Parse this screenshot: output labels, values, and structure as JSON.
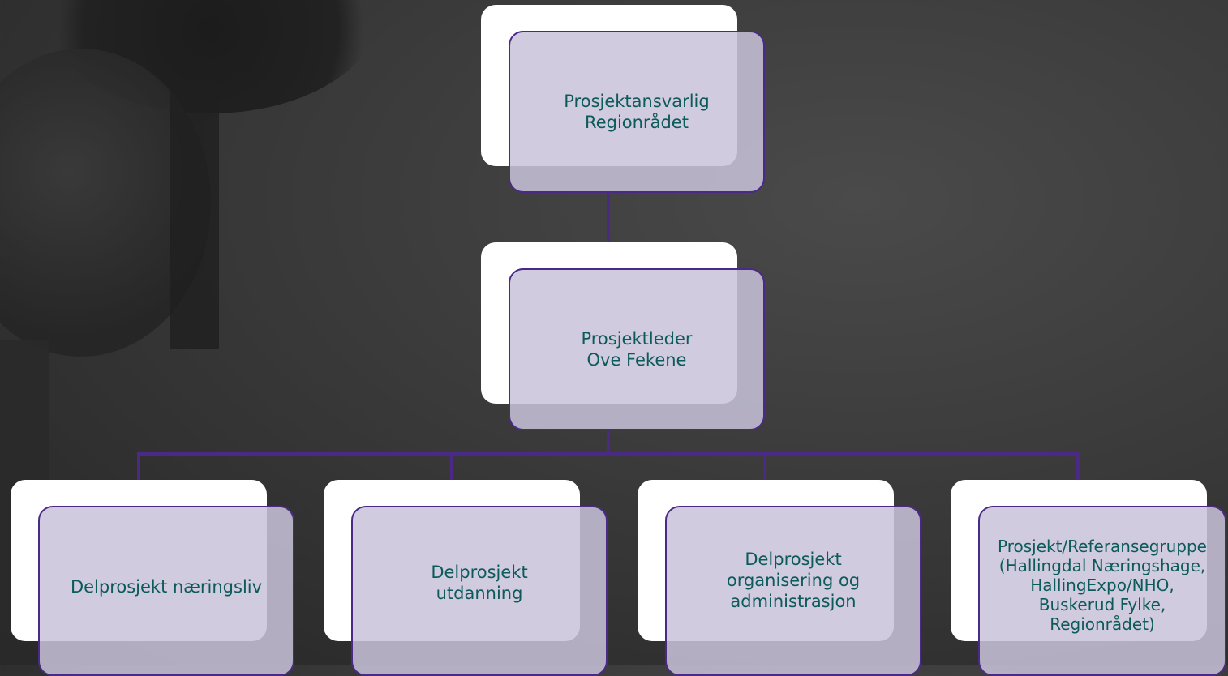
{
  "diagram": {
    "root": {
      "label": "Prosjektansvarlig\nRegionrådet"
    },
    "level2": {
      "label": "Prosjektleder\nOve Fekene"
    },
    "children": [
      {
        "label": "Delprosjekt næringsliv"
      },
      {
        "label": "Delprosjekt\nutdanning"
      },
      {
        "label": "Delprosjekt\norganisering og\nadministrasjon"
      },
      {
        "label": "Prosjekt/Referansegruppe\n(Hallingdal Næringshage,\nHallingExpo/NHO,\nBuskerud Fylke,\nRegionrådet)"
      }
    ]
  },
  "colors": {
    "connector": "#4b2a87",
    "node_fill": "#c8c2da",
    "node_border": "#4b2a87",
    "text": "#0c5a5a",
    "back_card": "#ffffff"
  }
}
